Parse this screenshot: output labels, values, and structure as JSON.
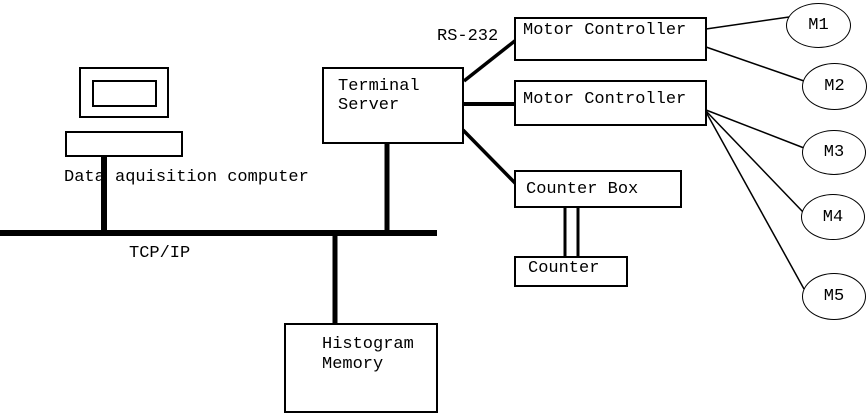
{
  "diagram": {
    "bus_label": "TCP/IP",
    "serial_label": "RS-232",
    "computer_label": "Data aquisition computer",
    "nodes": {
      "terminal_server": {
        "label": "Terminal\nServer"
      },
      "motor_controller_1": {
        "label": "Motor Controller"
      },
      "motor_controller_2": {
        "label": "Motor Controller"
      },
      "counter_box": {
        "label": "Counter Box"
      },
      "counter": {
        "label": "Counter"
      },
      "histogram_memory": {
        "label": "Histogram\nMemory"
      }
    },
    "motors": [
      {
        "label": "M1"
      },
      {
        "label": "M2"
      },
      {
        "label": "M3"
      },
      {
        "label": "M4"
      },
      {
        "label": "M5"
      }
    ],
    "edges": [
      {
        "from": "data-acquisition-computer",
        "to": "tcp-ip-bus"
      },
      {
        "from": "terminal-server",
        "to": "tcp-ip-bus"
      },
      {
        "from": "tcp-ip-bus",
        "to": "histogram-memory"
      },
      {
        "from": "terminal-server",
        "to": "motor-controller-1",
        "label": "RS-232"
      },
      {
        "from": "terminal-server",
        "to": "motor-controller-2"
      },
      {
        "from": "terminal-server",
        "to": "counter-box"
      },
      {
        "from": "motor-controller-1",
        "to": "M1"
      },
      {
        "from": "motor-controller-1",
        "to": "M2"
      },
      {
        "from": "motor-controller-2",
        "to": "M3"
      },
      {
        "from": "motor-controller-2",
        "to": "M4"
      },
      {
        "from": "motor-controller-2",
        "to": "M5"
      },
      {
        "from": "counter-box",
        "to": "counter",
        "style": "double-line"
      }
    ],
    "colors": {
      "line": "#000000",
      "background": "#ffffff",
      "text": "#000000"
    }
  }
}
